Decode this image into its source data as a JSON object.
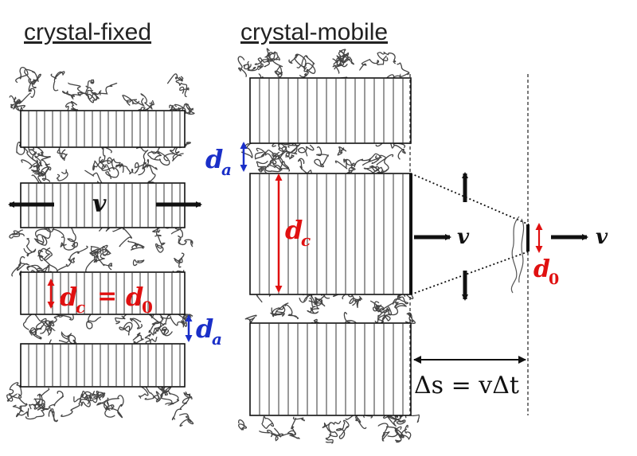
{
  "titles": {
    "left": "crystal-fixed",
    "right": "crystal-mobile"
  },
  "left_panel": {
    "velocity_label": "v",
    "dc_main": "d",
    "dc_sub": "c",
    "equals": "=",
    "d0_main": "d",
    "d0_sub": "0",
    "da_main": "d",
    "da_sub": "a"
  },
  "right_panel": {
    "da_main": "d",
    "da_sub": "a",
    "dc_main": "d",
    "dc_sub": "c",
    "velocity_label_1": "v",
    "velocity_label_2": "v",
    "d0_main": "d",
    "d0_sub": "0",
    "displacement_eq": "Δs = vΔt"
  },
  "colors": {
    "red": "#e01010",
    "blue": "#1a2fc8",
    "black": "#111111"
  }
}
